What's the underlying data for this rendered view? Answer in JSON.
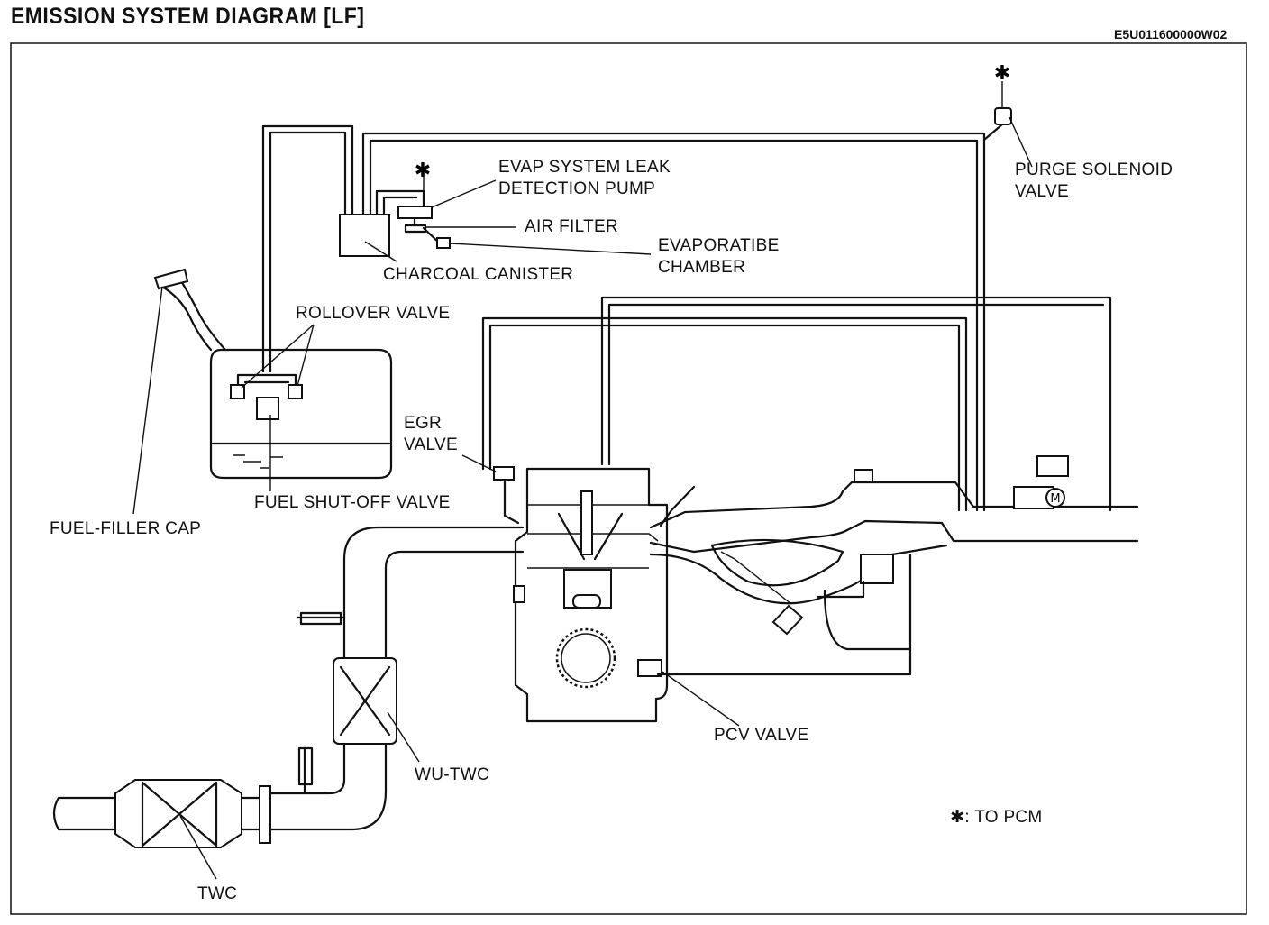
{
  "header": {
    "title": "EMISSION SYSTEM DIAGRAM [LF]",
    "code": "E5U011600000W02"
  },
  "labels": {
    "evap_pump": "EVAP SYSTEM LEAK\nDETECTION PUMP",
    "air_filter": "AIR FILTER",
    "evap_chamber": "EVAPORATIBE\nCHAMBER",
    "charcoal_canister": "CHARCOAL CANISTER",
    "purge_solenoid": "PURGE SOLENOID\nVALVE",
    "rollover_valve": "ROLLOVER VALVE",
    "egr_valve": "EGR\nVALVE",
    "fuel_shutoff": "FUEL SHUT-OFF VALVE",
    "fuel_filler_cap": "FUEL-FILLER CAP",
    "pcv_valve": "PCV VALVE",
    "wu_twc": "WU-TWC",
    "twc": "TWC",
    "to_pcm": ": TO PCM"
  },
  "symbols": {
    "pcm_marker": "✱"
  },
  "colors": {
    "ink": "#111111",
    "paper": "#ffffff"
  }
}
